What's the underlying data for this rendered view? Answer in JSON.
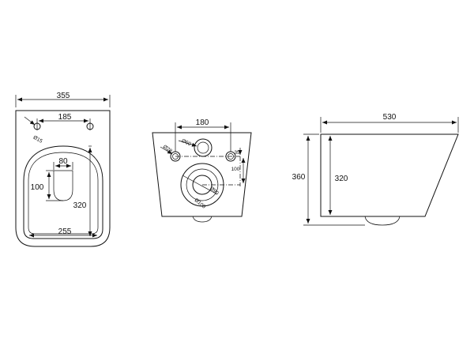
{
  "front_view": {
    "overall_width": "355",
    "hole_spacing": "185",
    "hole_diameter": "Ø15",
    "seat_width": "255",
    "seat_depth": "320",
    "outlet_width": "80",
    "outlet_height": "100"
  },
  "rear_view": {
    "inlet_spacing": "180",
    "pipe_diameter_small": "Ø28",
    "pipe_diameter_inlet": "Ø60",
    "drain_diameter_inner": "Ø90",
    "drain_diameter_outer": "Ø100",
    "offset_small": "35",
    "offset_large": "100"
  },
  "side_view": {
    "length": "530",
    "total_height": "360",
    "bowl_height": "320"
  }
}
